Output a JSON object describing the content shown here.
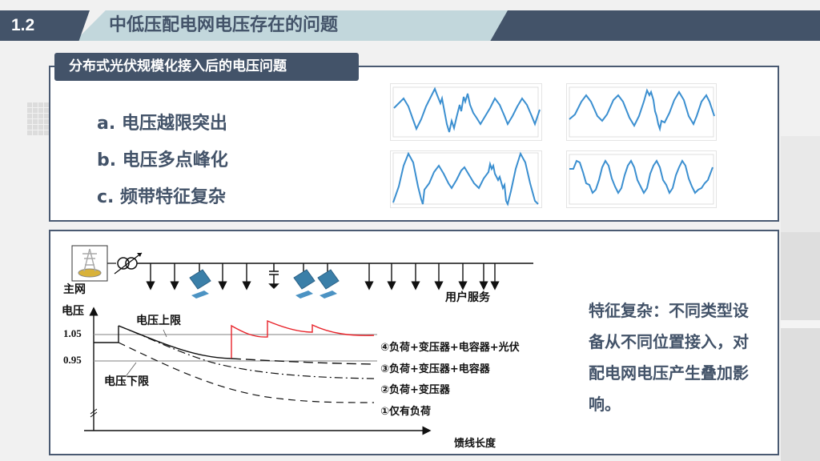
{
  "header": {
    "section_number": "1.2",
    "title": "中低压配电网电压存在的问题"
  },
  "panel1": {
    "tag": "分布式光伏规模化接入后的电压问题",
    "problems": [
      "a. 电压越限突出",
      "b. 电压多点峰化",
      "c. 频带特征复杂"
    ],
    "waveform_plots": [
      {
        "id": "plot-top-left",
        "description": "voltage waveform with mid-section distortion"
      },
      {
        "id": "plot-top-right",
        "description": "sinusoidal waveform with distortion near third peak"
      },
      {
        "id": "plot-bottom-left",
        "description": "waveform with tall end peaks and distortion"
      },
      {
        "id": "plot-bottom-right",
        "description": "periodic waveform with flattened troughs"
      }
    ],
    "colors": {
      "wave": "#3b8fd0"
    }
  },
  "panel2": {
    "grid_labels": {
      "main_grid": "主网",
      "user_service": "用户服务"
    },
    "voltage_chart": {
      "y_label": "电压",
      "x_label": "馈线长度",
      "upper_limit_label": "电压上限",
      "lower_limit_label": "电压下限",
      "ticks": [
        "1.05",
        "0.95"
      ],
      "legend": [
        "④负荷+变压器+电容器+光伏",
        "③负荷+变压器+电容器",
        "②负荷+变压器",
        "①仅有负荷"
      ],
      "colors": {
        "pv_curve": "#e8232a",
        "limit_line": "#9a9a9a",
        "curve": "#111111"
      }
    },
    "feature_description": "特征复杂：不同类型设备从不同位置接入，对配电网电压产生叠加影响。"
  },
  "colors": {
    "navy": "#435369",
    "header_light": "#c2d7dc",
    "background": "#f1f1f1"
  }
}
